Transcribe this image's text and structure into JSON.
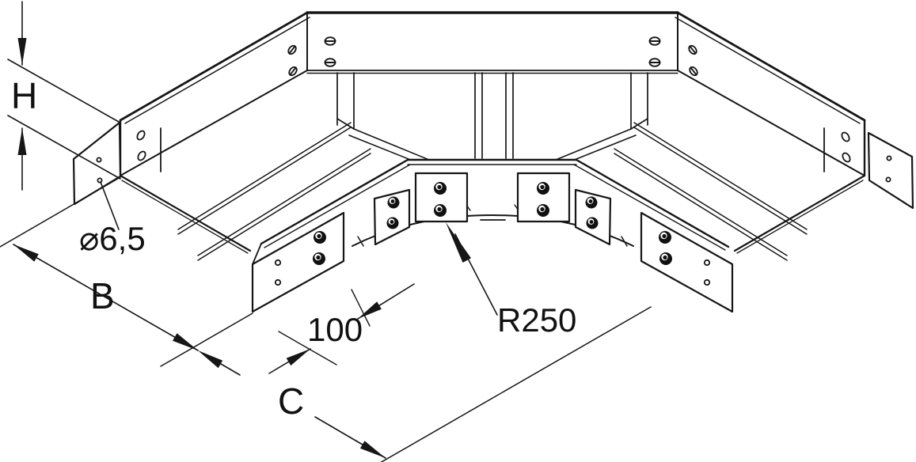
{
  "drawing": {
    "type": "technical-line-drawing",
    "subject": "cable tray 90 degree horizontal bend, isometric view",
    "line_color": "#161616",
    "background_color": "#ffffff",
    "dimensions": {
      "height_label": "H",
      "hole_diameter_label": "⌀6,5",
      "width_label": "B",
      "tangent_length_label": "100",
      "overall_length_label": "C",
      "inner_radius_label": "R250"
    }
  }
}
